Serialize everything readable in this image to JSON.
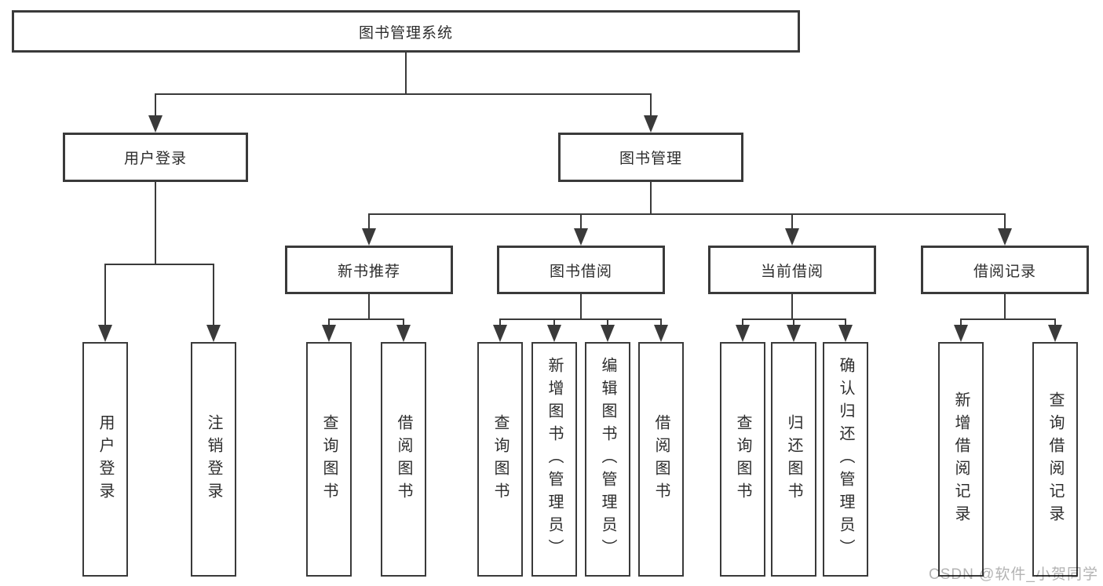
{
  "colors": {
    "line": "#3a3a3a",
    "box_border": "#3a3a3a",
    "text": "#2d2d2d",
    "background": "#ffffff",
    "watermark": "#b3b3b3"
  },
  "watermark": {
    "text": "CSDN @软件_小贺同学"
  },
  "diagram": {
    "root": {
      "label": "图书管理系统"
    },
    "user_login": {
      "label": "用户登录",
      "children": {
        "login": {
          "label": "用户登录"
        },
        "logout": {
          "label": "注销登录"
        }
      }
    },
    "book_management": {
      "label": "图书管理",
      "sections": {
        "new_book": {
          "label": "新书推荐",
          "children": {
            "query": {
              "label": "查询图书"
            },
            "borrow": {
              "label": "借阅图书"
            }
          }
        },
        "borrowing": {
          "label": "图书借阅",
          "children": {
            "query": {
              "label": "查询图书"
            },
            "add_admin": {
              "label": "新增图书（管理员）"
            },
            "edit_admin": {
              "label": "编辑图书（管理员）"
            },
            "borrow": {
              "label": "借阅图书"
            }
          }
        },
        "current": {
          "label": "当前借阅",
          "children": {
            "query": {
              "label": "查询图书"
            },
            "return": {
              "label": "归还图书"
            },
            "confirm_admin": {
              "label": "确认归还（管理员）"
            }
          }
        },
        "records": {
          "label": "借阅记录",
          "children": {
            "add": {
              "label": "新增借阅记录"
            },
            "query": {
              "label": "查询借阅记录"
            }
          }
        }
      }
    }
  }
}
